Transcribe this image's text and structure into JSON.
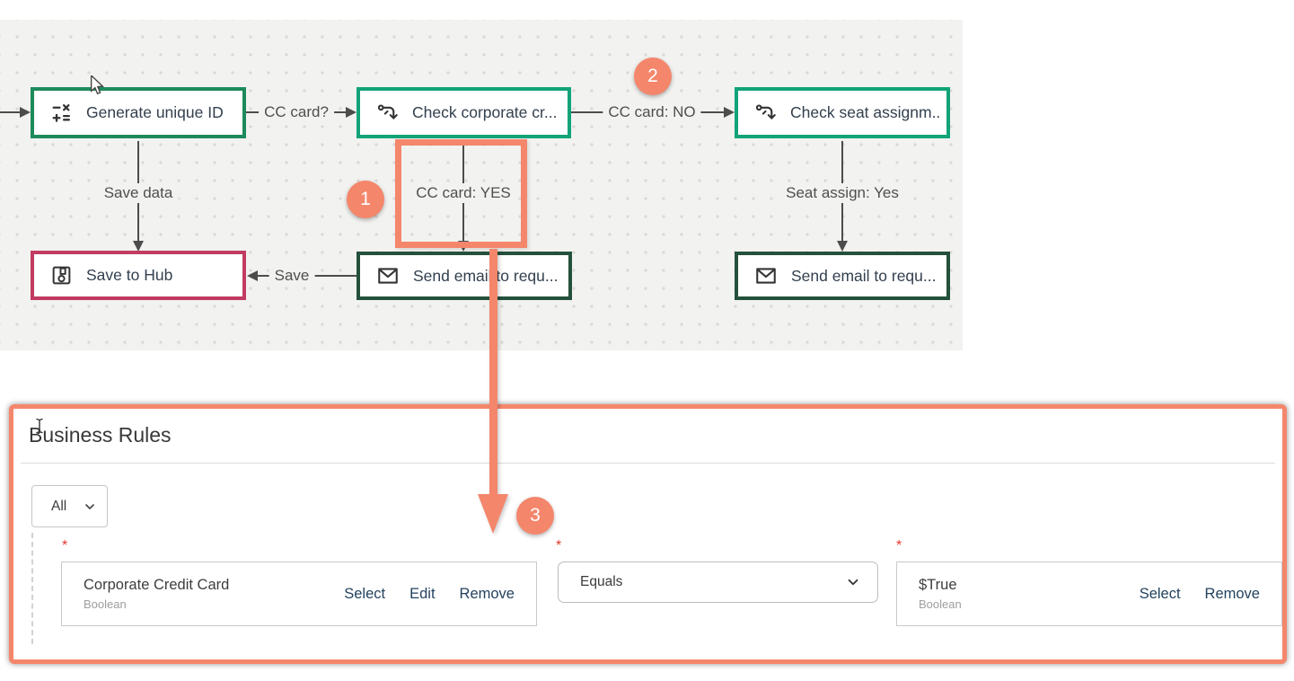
{
  "colors": {
    "accent_orange": "#f4866b",
    "node_green_bright": "#12a378",
    "node_green_medium": "#1e8a5c",
    "node_green_dark": "#24513c",
    "node_red": "#c23b60",
    "arrow_gray": "#4c4c4c",
    "link_navy": "#24425f",
    "required_red": "#e5392f"
  },
  "icons": {
    "calculation": "plus-minus-times-equals",
    "branch": "split-branch-arrow",
    "save": "floppy-disk",
    "email": "envelope",
    "chevron": "chevron-down",
    "pointer": "mouse-pointer",
    "ibeam": "text-cursor"
  },
  "canvas": {
    "nodes": [
      {
        "label": "Generate unique ID",
        "icon": "calculation-icon"
      },
      {
        "label": "Check corporate cr...",
        "icon": "branch-icon"
      },
      {
        "label": "Check seat assignm..",
        "icon": "branch-icon"
      },
      {
        "label": "Save to Hub",
        "icon": "save-icon"
      },
      {
        "label": "Send email to requ...",
        "icon": "email-icon"
      },
      {
        "label": "Send email to requ...",
        "icon": "email-icon"
      }
    ],
    "edge_labels": {
      "cc_card_q": "CC card?",
      "cc_card_no": "CC card: NO",
      "save_data": "Save data",
      "cc_card_yes": "CC card: YES",
      "seat_assign_yes": "Seat assign: Yes",
      "save": "Save"
    }
  },
  "annotations": {
    "badge_1": "1",
    "badge_2": "2",
    "badge_3": "3"
  },
  "panel": {
    "title": "Business Rules",
    "filter_value": "All",
    "required_marker": "*",
    "rule": {
      "field_name": "Corporate Credit Card",
      "field_type": "Boolean",
      "field_actions": [
        "Select",
        "Edit",
        "Remove"
      ],
      "operator_value": "Equals",
      "value_name": "$True",
      "value_type": "Boolean",
      "value_actions": [
        "Select",
        "Remove"
      ]
    }
  }
}
